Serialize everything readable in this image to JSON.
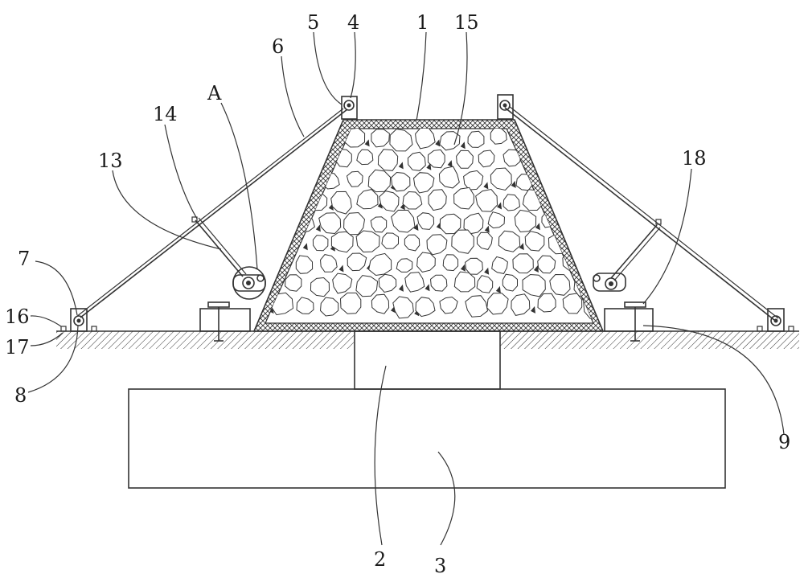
{
  "labels": {
    "l1": "1",
    "l2": "2",
    "l3": "3",
    "l4": "4",
    "l5": "5",
    "l6": "6",
    "l7": "7",
    "l8": "8",
    "l9": "9",
    "l13": "13",
    "l14": "14",
    "l15": "15",
    "l16": "16",
    "l17": "17",
    "l18": "18",
    "lA": "A"
  }
}
